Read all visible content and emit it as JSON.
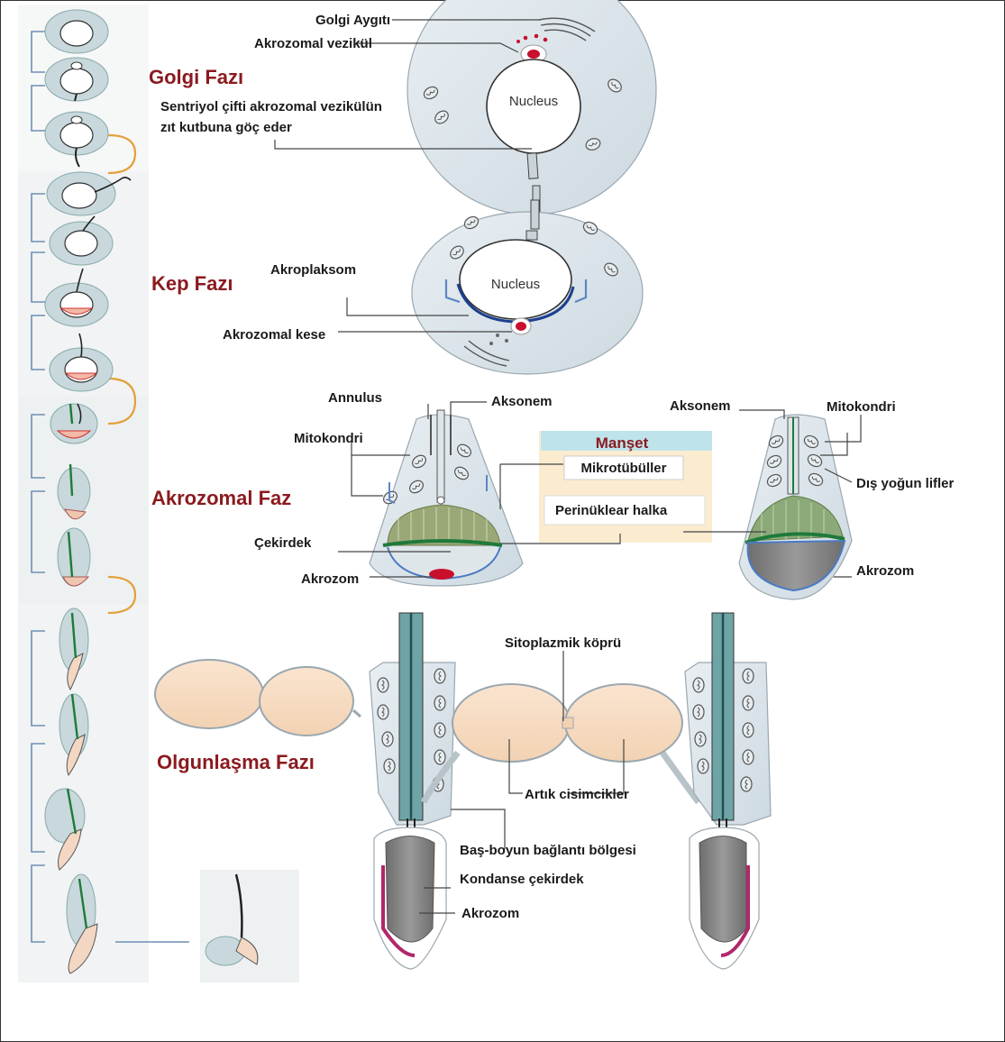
{
  "phases": {
    "golgi": "Golgi Fazı",
    "kep": "Kep Fazı",
    "akrozomal": "Akrozomal Faz",
    "olgunlasma": "Olgunlaşma Fazı"
  },
  "golgi_labels": {
    "golgi_aygiti": "Golgi Aygıtı",
    "akrozomal_vezikul": "Akrozomal vezikül",
    "sentriyol_line1": "Sentriyol çifti akrozomal vezikülün",
    "sentriyol_line2": "zıt kutbuna göç eder",
    "nucleus": "Nucleus"
  },
  "kep_labels": {
    "akroplaksom": "Akroplaksom",
    "akrozomal_kese": "Akrozomal kese",
    "nucleus": "Nucleus"
  },
  "akrozomal_labels": {
    "annulus": "Annulus",
    "aksonem_left": "Aksonem",
    "mitokondri_left": "Mitokondri",
    "cekirdek": "Çekirdek",
    "akrozom_left": "Akrozom",
    "manset": "Manşet",
    "mikrotubuller": "Mikrotübüller",
    "perinuklear": "Perinüklear halka",
    "aksonem_right": "Aksonem",
    "mitokondri_right": "Mitokondri",
    "dis_yogun": "Dış yoğun lifler",
    "akrozom_right": "Akrozom"
  },
  "olgunlasma_labels": {
    "sitoplazmik": "Sitoplazmik köprü",
    "artik": "Artık cisimcikler",
    "bas_boyun": "Baş-boyun bağlantı bölgesi",
    "kondanse": "Kondanse çekirdek",
    "akrozom": "Akrozom"
  },
  "colors": {
    "phase_title": "#8b1a1f",
    "cell_fill": "#dde6ec",
    "nucleus_fill": "#ffffff",
    "vesicle_red": "#c8102e",
    "green": "#1f7a3a",
    "manset_bg": "#fbecd0",
    "manset_header": "#bfe3ea",
    "residual_body": "#f7dcc2",
    "nucleus_gray": "#808080",
    "acrosome_magenta": "#b0286a"
  }
}
